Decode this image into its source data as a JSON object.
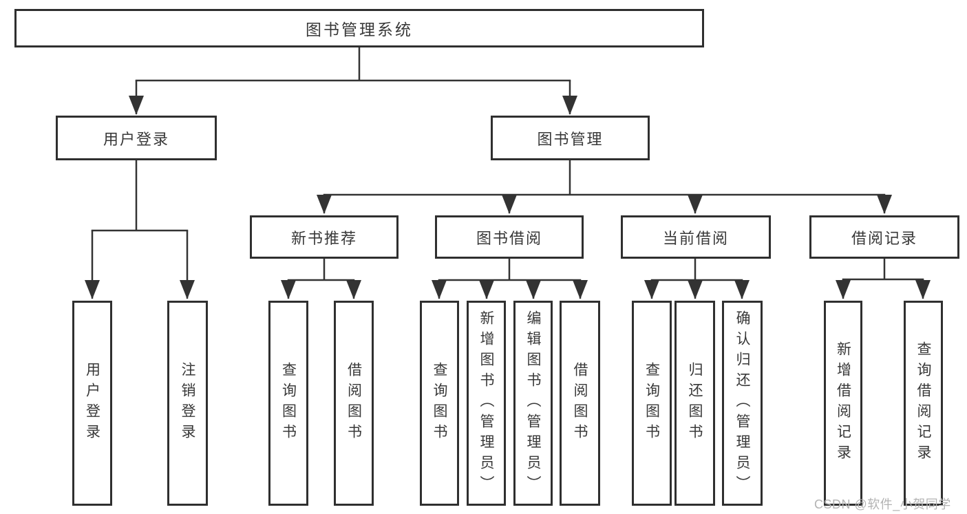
{
  "diagram": {
    "root": {
      "label": "图书管理系统"
    },
    "level2": [
      {
        "label": "用户登录",
        "children": [
          {
            "label": "用户登录"
          },
          {
            "label": "注销登录"
          }
        ]
      },
      {
        "label": "图书管理",
        "children": [
          {
            "label": "新书推荐",
            "children": [
              {
                "label": "查询图书"
              },
              {
                "label": "借阅图书"
              }
            ]
          },
          {
            "label": "图书借阅",
            "children": [
              {
                "label": "查询图书"
              },
              {
                "label": "新增图书（管理员）"
              },
              {
                "label": "编辑图书（管理员）"
              },
              {
                "label": "借阅图书"
              }
            ]
          },
          {
            "label": "当前借阅",
            "children": [
              {
                "label": "查询图书"
              },
              {
                "label": "归还图书"
              },
              {
                "label": "确认归还（管理员）"
              }
            ]
          },
          {
            "label": "借阅记录",
            "children": [
              {
                "label": "新增借阅记录"
              },
              {
                "label": "查询借阅记录"
              }
            ]
          }
        ]
      }
    ]
  },
  "watermark": {
    "text": "CSDN @软件_小贺同学"
  },
  "colors": {
    "line": "#333333",
    "box_border": "#2f2f2f",
    "text": "#383838",
    "watermark": "#b3b3b3",
    "background": "#ffffff"
  }
}
